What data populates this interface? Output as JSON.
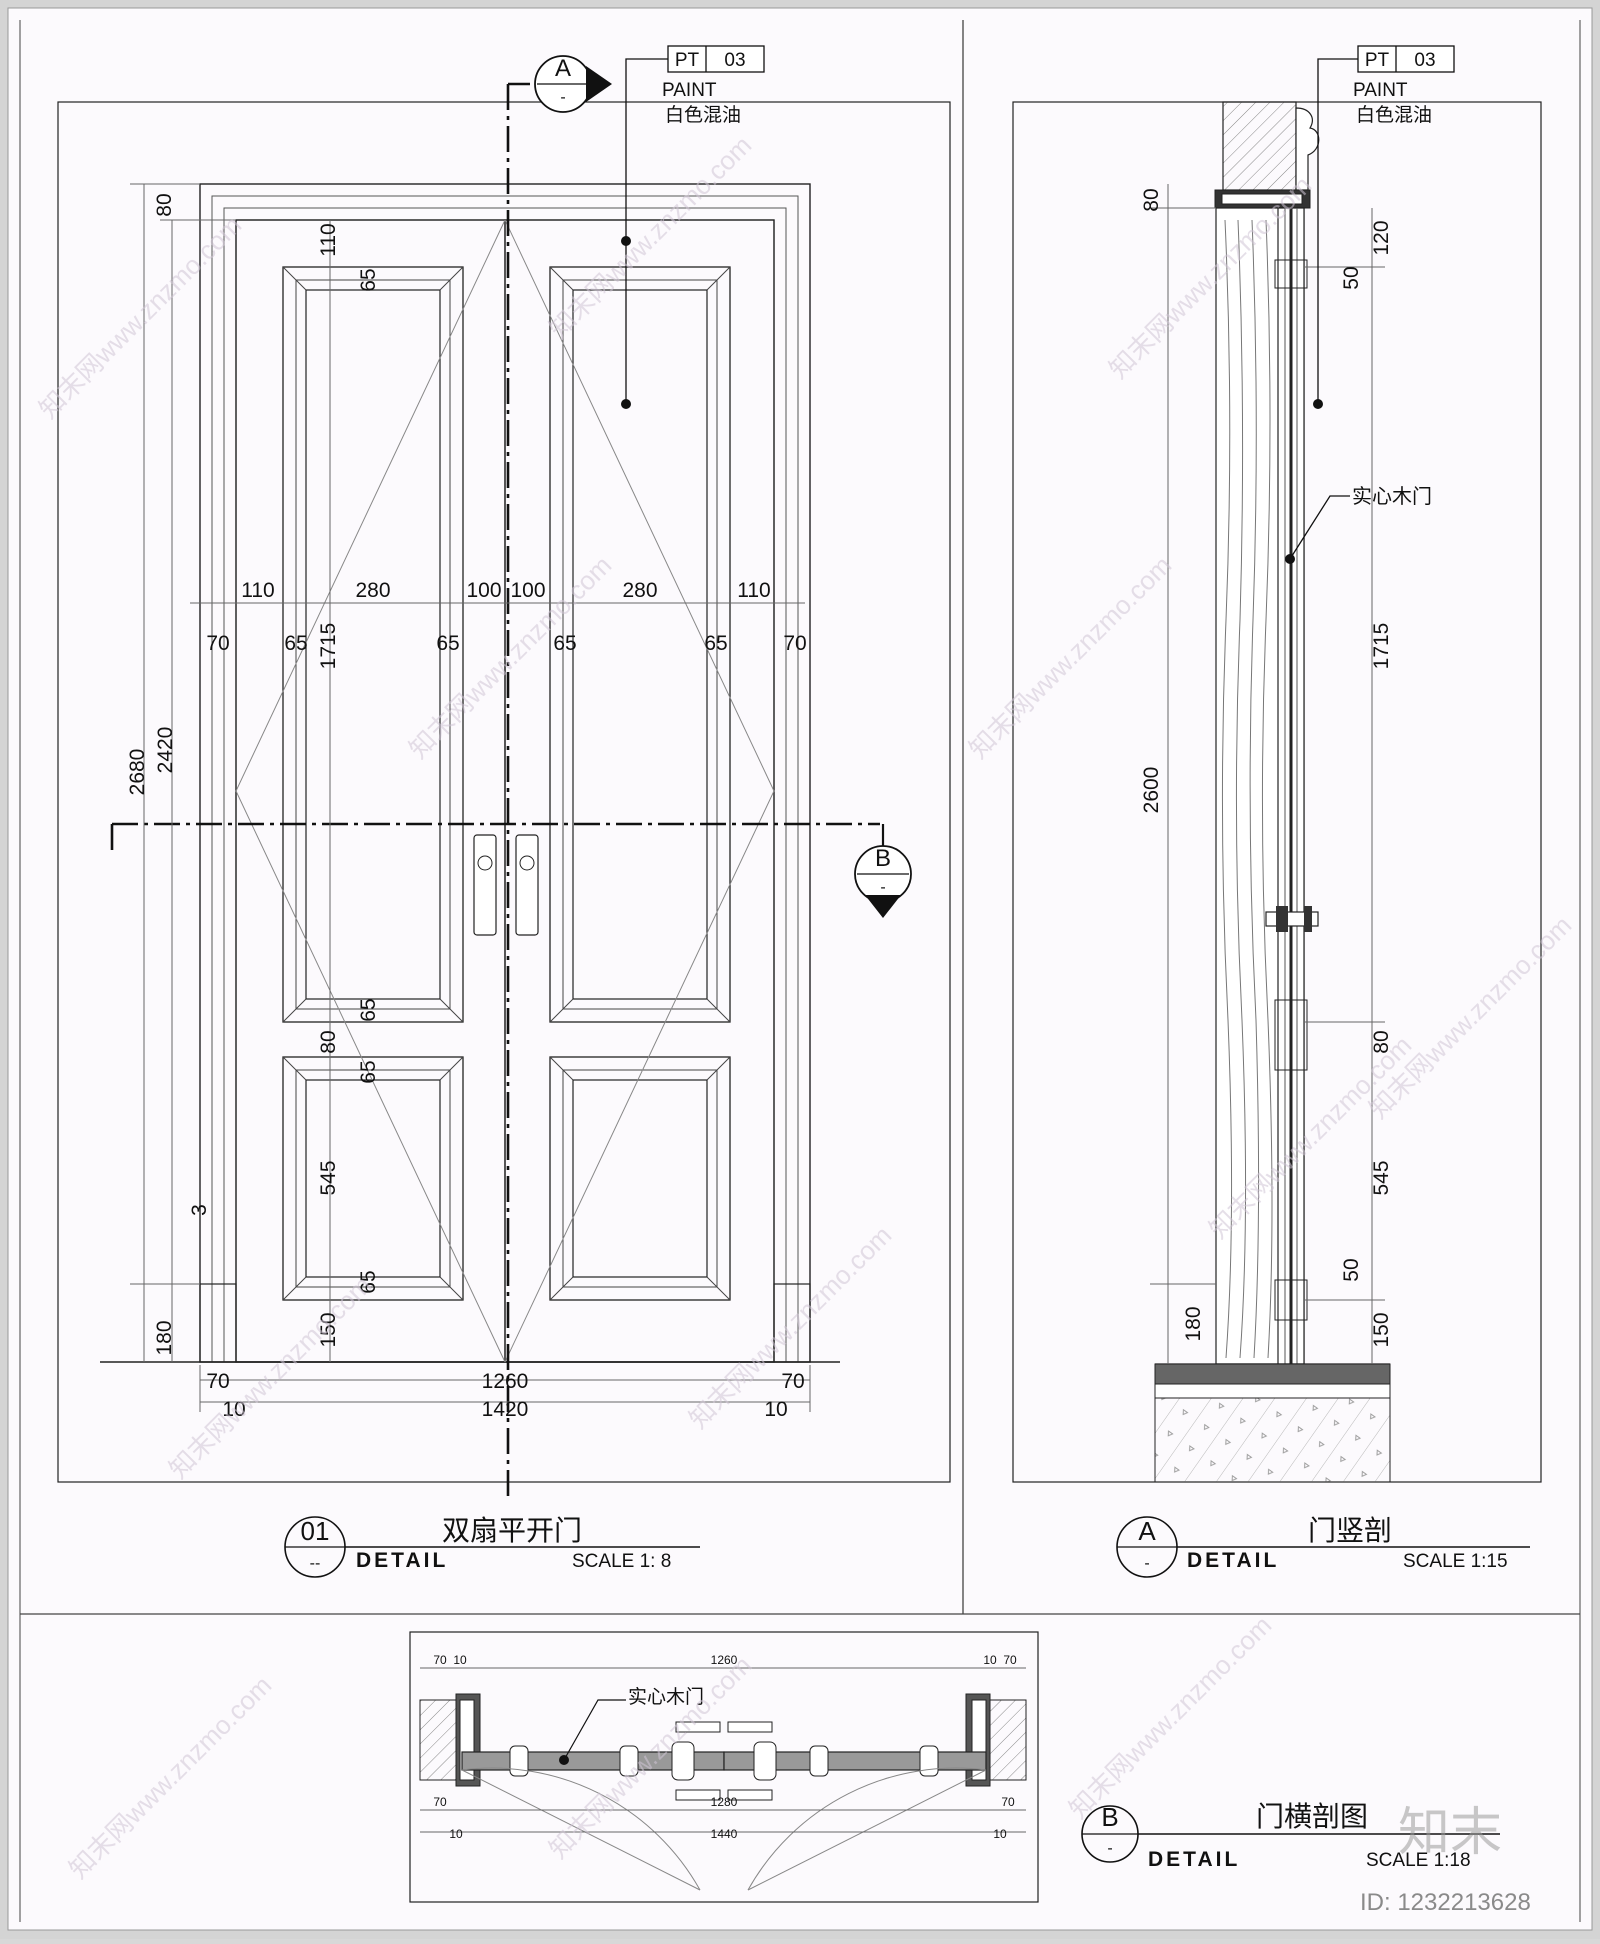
{
  "panel01": {
    "tag_pt": "PT",
    "tag_num": "03",
    "paint_label": "PAINT",
    "paint_cn": "白色混油",
    "section_a_letter": "A",
    "section_b_letter": "B",
    "section_dash": "-",
    "dims": {
      "top_80": "80",
      "top_110": "110",
      "top_65": "65",
      "w_110": "110",
      "w_280": "280",
      "w_100": "100",
      "s_70": "70",
      "s_65": "65",
      "h_1715": "1715",
      "h_2420": "2420",
      "h_2680": "2680",
      "mid_65a": "65",
      "mid_80": "80",
      "mid_65b": "65",
      "h_545": "545",
      "low_65": "65",
      "h_150": "150",
      "h_180": "180",
      "h_3": "3",
      "b_70": "70",
      "b_1260": "1260",
      "b_10": "10",
      "b_1420": "1420"
    },
    "title_num": "01",
    "title_dash": "--",
    "title_cn": "双扇平开门",
    "detail": "DETAIL",
    "scale": "SCALE 1: 8"
  },
  "panelA": {
    "tag_pt": "PT",
    "tag_num": "03",
    "paint_label": "PAINT",
    "paint_cn": "白色混油",
    "solid_door": "实心木门",
    "dims": {
      "d80": "80",
      "d120": "120",
      "d50": "50",
      "d1715": "1715",
      "d2600": "2600",
      "d80b": "80",
      "d545": "545",
      "d50b": "50",
      "d150": "150",
      "d180": "180"
    },
    "title_letter": "A",
    "title_dash": "-",
    "title_cn": "门竖剖",
    "detail": "DETAIL",
    "scale": "SCALE 1:15"
  },
  "panelB": {
    "solid_door": "实心木门",
    "dims": {
      "t70a": "70",
      "t10a": "10",
      "t1260": "1260",
      "t10b": "10",
      "t70b": "70",
      "b70a": "70",
      "b1280": "1280",
      "b70b": "70",
      "b10a": "10",
      "b1440": "1440",
      "b10b": "10"
    },
    "title_letter": "B",
    "title_dash": "-",
    "title_cn": "门横剖图",
    "detail": "DETAIL",
    "scale": "SCALE 1:18"
  },
  "footer": {
    "logo_cn": "知末",
    "id_text": "ID: 1232213628"
  },
  "watermark": "知末网www.znzmo.com",
  "colors": {
    "paper": "#fcfafd",
    "line": "#222222",
    "thin": "#666666",
    "hatch": "#9a9a9a",
    "frame": "#d4d4d4"
  }
}
